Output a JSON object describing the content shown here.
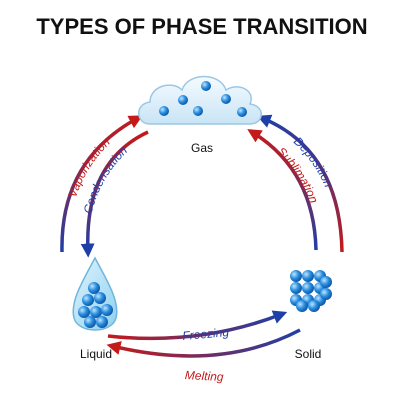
{
  "diagram": {
    "title": "TYPES OF PHASE TRANSITION",
    "nodes": {
      "gas": {
        "label": "Gas"
      },
      "liquid": {
        "label": "Liquid"
      },
      "solid": {
        "label": "Solid"
      }
    },
    "transitions": {
      "vaporization": {
        "label": "Vaporization",
        "color": "#c41a1a"
      },
      "condensation": {
        "label": "Condensation",
        "color": "#1f3fa8"
      },
      "deposition": {
        "label": "Deposition",
        "color": "#1f3fa8"
      },
      "sublimation": {
        "label": "Sublimation",
        "color": "#c41a1a"
      },
      "freezing": {
        "label": "Freezing",
        "color": "#1f3fa8"
      },
      "melting": {
        "label": "Melting",
        "color": "#c41a1a"
      }
    },
    "colors": {
      "red": "#c41a1a",
      "blue": "#1f3fa8",
      "molecule": "#2a8ee0",
      "cloud": "#dff0fb"
    }
  }
}
